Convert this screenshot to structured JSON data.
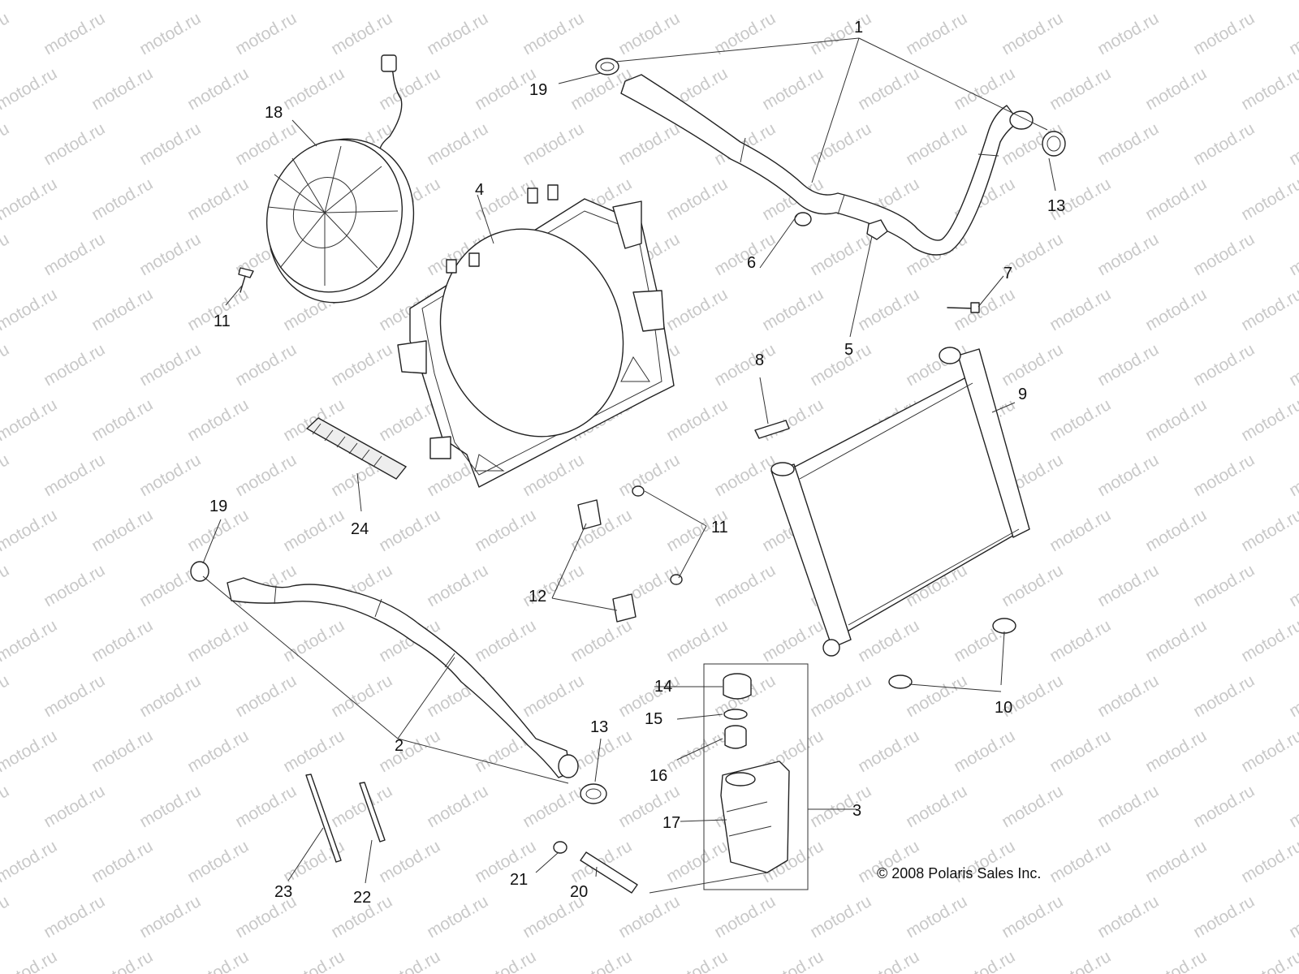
{
  "diagram": {
    "callouts": {
      "c1": "1",
      "c2": "2",
      "c3": "3",
      "c4": "4",
      "c5": "5",
      "c6": "6",
      "c7": "7",
      "c8": "8",
      "c9": "9",
      "c10": "10",
      "c11a": "11",
      "c11b": "11",
      "c12": "12",
      "c13a": "13",
      "c13b": "13",
      "c14": "14",
      "c15": "15",
      "c16": "16",
      "c17": "17",
      "c18": "18",
      "c19a": "19",
      "c19b": "19",
      "c20": "20",
      "c21": "21",
      "c22": "22",
      "c23": "23",
      "c24": "24"
    },
    "copyright": "© 2008 Polaris Sales Inc.",
    "watermark": "motod.ru"
  },
  "colors": {
    "line": "#222222",
    "watermark": "#c9c9c9",
    "background": "#ffffff"
  }
}
